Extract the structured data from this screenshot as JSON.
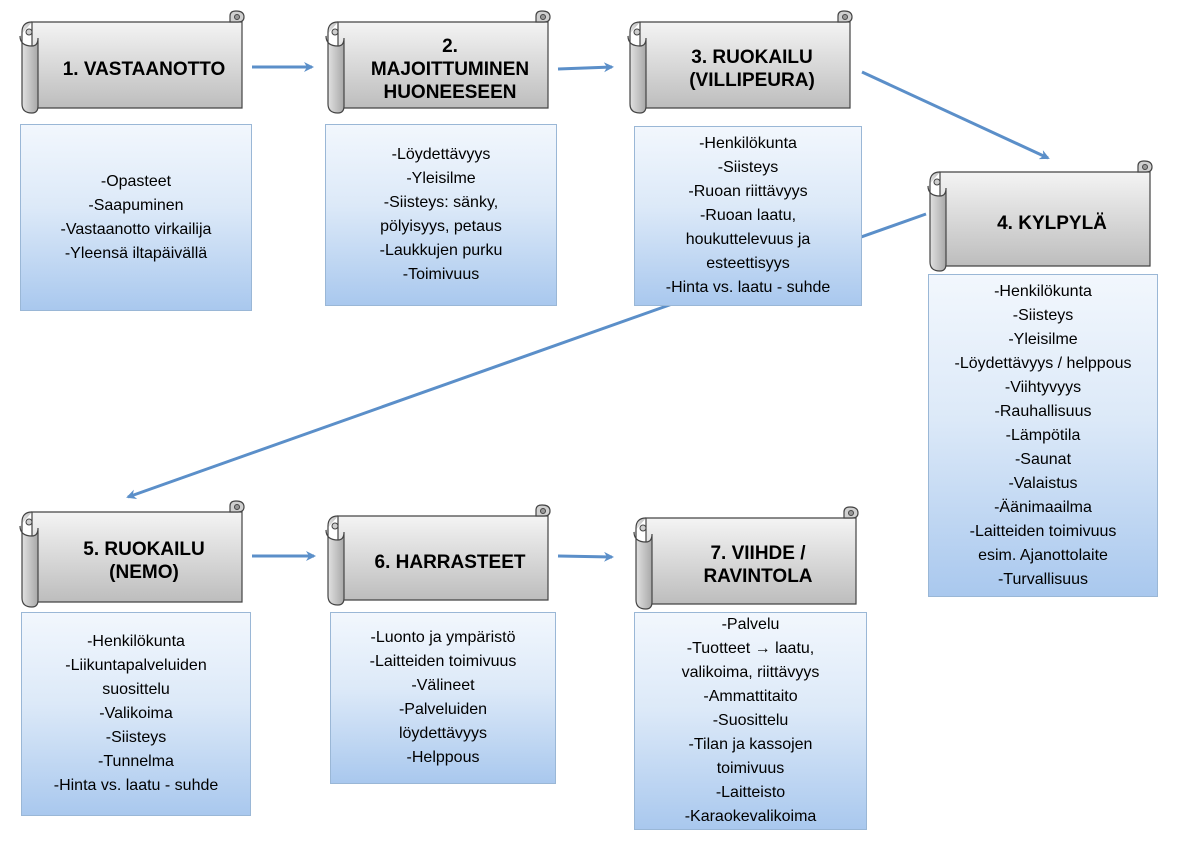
{
  "stages": [
    {
      "id": "vastaanotto",
      "title": "1. VASTAANOTTO",
      "items": [
        "-Opasteet",
        "-Saapuminen",
        "-Vastaanotto virkailija",
        "-Yleensä iltapäivällä"
      ]
    },
    {
      "id": "majoittuminen",
      "title": "2.\nMAJOITTUMINEN\nHUONEESEEN",
      "items": [
        "-Löydettävyys",
        "-Yleisilme",
        "-Siisteys: sänky,",
        "pölyisyys, petaus",
        "-Laukkujen purku",
        "-Toimivuus"
      ]
    },
    {
      "id": "ruokailu-villipeura",
      "title": "3. RUOKAILU\n(VILLIPEURA)",
      "items": [
        "-Henkilökunta",
        "-Siisteys",
        "-Ruoan riittävyys",
        "-Ruoan laatu,",
        "houkuttelevuus ja",
        "esteettisyys",
        "-Hinta vs. laatu - suhde"
      ]
    },
    {
      "id": "kylpyla",
      "title": "4. KYLPYLÄ",
      "items": [
        "-Henkilökunta",
        "-Siisteys",
        "-Yleisilme",
        "-Löydettävyys / helppous",
        "-Viihtyvyys",
        "-Rauhallisuus",
        "-Lämpötila",
        "-Saunat",
        "-Valaistus",
        "-Äänimaailma",
        "-Laitteiden toimivuus",
        "esim. Ajanottolaite",
        "-Turvallisuus"
      ]
    },
    {
      "id": "ruokailu-nemo",
      "title": "5. RUOKAILU\n(NEMO)",
      "items": [
        "-Henkilökunta",
        "-Liikuntapalveluiden",
        "suosittelu",
        "-Valikoima",
        "-Siisteys",
        "-Tunnelma",
        "-Hinta vs. laatu - suhde"
      ]
    },
    {
      "id": "harrasteet",
      "title": "6. HARRASTEET",
      "items": [
        "-Luonto ja ympäristö",
        "-Laitteiden toimivuus",
        "-Välineet",
        "-Palveluiden",
        "löydettävyys",
        "-Helppous"
      ]
    },
    {
      "id": "viihde-ravintola",
      "title": "7. VIIHDE /\nRAVINTOLA",
      "items": [
        "-Palvelu",
        "-Tuotteet → laatu,",
        "valikoima, riittävyys",
        "-Ammattitaito",
        "-Suosittelu",
        "-Tilan ja kassojen",
        "toimivuus",
        "-Laitteisto",
        "-Karaokevalikoima"
      ]
    }
  ],
  "colors": {
    "arrow": "#5b8fc9",
    "scroll_light": "#f4f4f4",
    "scroll_dark": "#bdbdbd",
    "detail_top": "#f2f7fd",
    "detail_bottom": "#a9c8ee"
  }
}
